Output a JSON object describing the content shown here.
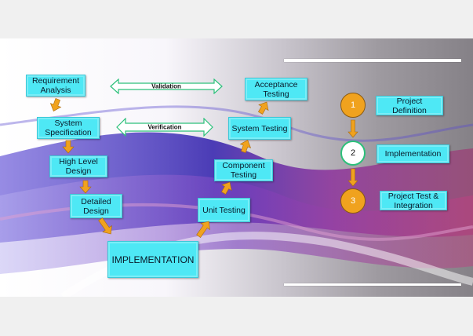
{
  "vmodel": {
    "left_steps": [
      {
        "id": "requirement-analysis",
        "label": "Requirement Analysis"
      },
      {
        "id": "system-specification",
        "label": "System Specification"
      },
      {
        "id": "high-level-design",
        "label": "High Level Design"
      },
      {
        "id": "detailed-design",
        "label": "Detailed Design"
      }
    ],
    "bottom_step": {
      "id": "implementation",
      "label": "IMPLEMENTATION"
    },
    "right_steps": [
      {
        "id": "unit-testing",
        "label": "Unit Testing"
      },
      {
        "id": "component-testing",
        "label": "Component Testing"
      },
      {
        "id": "system-testing",
        "label": "System Testing"
      },
      {
        "id": "acceptance-testing",
        "label": "Acceptance Testing"
      }
    ],
    "links": [
      {
        "label": "Validation"
      },
      {
        "label": "Verification"
      }
    ]
  },
  "phases": [
    {
      "number": "1",
      "label": "Project Definition"
    },
    {
      "number": "2",
      "label": "Implementation"
    },
    {
      "number": "3",
      "label": "Project Test & Integration"
    }
  ],
  "colors": {
    "box": "#4ee8f5",
    "arrow": "#f0a21e",
    "link_outline": "#2cc07a"
  }
}
